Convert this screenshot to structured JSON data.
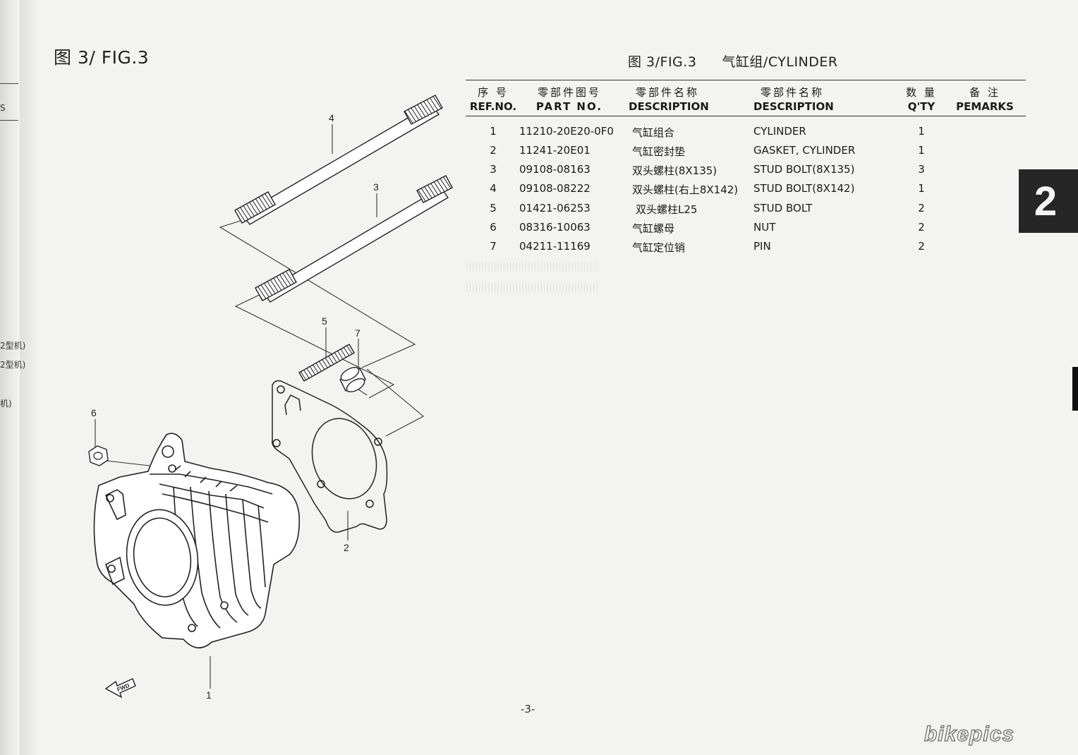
{
  "fig_label_left": "图 3/ FIG.3",
  "fig_label_right": {
    "figure": "图 3/FIG.3",
    "group": "气缸组/CYLINDER"
  },
  "table": {
    "headers": {
      "ref": {
        "zh": "序 号",
        "en": "REF.NO."
      },
      "part_no": {
        "zh": "零部件图号",
        "en": "PART NO."
      },
      "desc_zh": {
        "zh": "零部件名称",
        "en": "DESCRIPTION"
      },
      "desc_en": {
        "zh": "零部件名称",
        "en": "DESCRIPTION"
      },
      "qty": {
        "zh": "数 量",
        "en": "Q'TY"
      },
      "remarks": {
        "zh": "备 注",
        "en": "PEMARKS"
      }
    },
    "rows": [
      {
        "ref": "1",
        "part_no": "11210-20E20-0F0",
        "name_zh": "气缸组合",
        "name_en": "CYLINDER",
        "qty": "1"
      },
      {
        "ref": "2",
        "part_no": "11241-20E01",
        "name_zh": "气缸密封垫",
        "name_en": "GASKET, CYLINDER",
        "qty": "1"
      },
      {
        "ref": "3",
        "part_no": "09108-08163",
        "name_zh": "双头螺柱(8X135)",
        "name_en": "STUD BOLT(8X135)",
        "qty": "3"
      },
      {
        "ref": "4",
        "part_no": "09108-08222",
        "name_zh": "双头螺柱(右上8X142)",
        "name_en": "STUD BOLT(8X142)",
        "qty": "1"
      },
      {
        "ref": "5",
        "part_no": "01421-06253",
        "name_zh": "双头螺柱L25",
        "name_en": "STUD BOLT",
        "qty": "2"
      },
      {
        "ref": "6",
        "part_no": "08316-10063",
        "name_zh": "气缸螺母",
        "name_en": "NUT",
        "qty": "2"
      },
      {
        "ref": "7",
        "part_no": "04211-11169",
        "name_zh": "气缸定位销",
        "name_en": "PIN",
        "qty": "2"
      }
    ]
  },
  "callouts": {
    "c1": "1",
    "c2": "2",
    "c3": "3",
    "c4": "4",
    "c5": "5",
    "c6": "6",
    "c7": "7"
  },
  "fwd_label": "FWD",
  "chapter_tab": "2",
  "page_number": "-3-",
  "watermark": "bikepics",
  "left_strip_text": [
    "S",
    "2型机)",
    "2型机)",
    "机)"
  ]
}
